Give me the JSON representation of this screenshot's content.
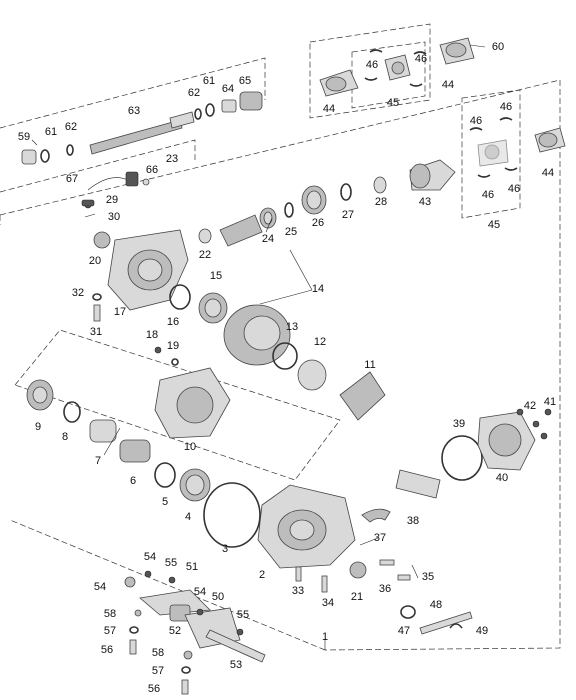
{
  "diagram": {
    "callouts": [
      {
        "n": "1"
      },
      {
        "n": "2"
      },
      {
        "n": "3"
      },
      {
        "n": "4"
      },
      {
        "n": "5"
      },
      {
        "n": "6"
      },
      {
        "n": "7"
      },
      {
        "n": "8"
      },
      {
        "n": "9"
      },
      {
        "n": "10"
      },
      {
        "n": "11"
      },
      {
        "n": "12"
      },
      {
        "n": "13"
      },
      {
        "n": "14"
      },
      {
        "n": "15"
      },
      {
        "n": "16"
      },
      {
        "n": "17"
      },
      {
        "n": "18"
      },
      {
        "n": "19"
      },
      {
        "n": "20"
      },
      {
        "n": "21"
      },
      {
        "n": "22"
      },
      {
        "n": "23"
      },
      {
        "n": "24"
      },
      {
        "n": "25"
      },
      {
        "n": "26"
      },
      {
        "n": "27"
      },
      {
        "n": "28"
      },
      {
        "n": "29"
      },
      {
        "n": "30"
      },
      {
        "n": "31"
      },
      {
        "n": "32"
      },
      {
        "n": "33"
      },
      {
        "n": "34"
      },
      {
        "n": "35"
      },
      {
        "n": "36"
      },
      {
        "n": "37"
      },
      {
        "n": "38"
      },
      {
        "n": "39"
      },
      {
        "n": "40"
      },
      {
        "n": "41"
      },
      {
        "n": "42"
      },
      {
        "n": "43"
      },
      {
        "n": "44"
      },
      {
        "n": "44"
      },
      {
        "n": "44"
      },
      {
        "n": "45"
      },
      {
        "n": "45"
      },
      {
        "n": "46"
      },
      {
        "n": "46"
      },
      {
        "n": "46"
      },
      {
        "n": "46"
      },
      {
        "n": "46"
      },
      {
        "n": "46"
      },
      {
        "n": "47"
      },
      {
        "n": "48"
      },
      {
        "n": "49"
      },
      {
        "n": "50"
      },
      {
        "n": "51"
      },
      {
        "n": "52"
      },
      {
        "n": "53"
      },
      {
        "n": "54"
      },
      {
        "n": "54"
      },
      {
        "n": "54"
      },
      {
        "n": "55"
      },
      {
        "n": "55"
      },
      {
        "n": "56"
      },
      {
        "n": "56"
      },
      {
        "n": "57"
      },
      {
        "n": "57"
      },
      {
        "n": "58"
      },
      {
        "n": "58"
      },
      {
        "n": "59"
      },
      {
        "n": "60"
      },
      {
        "n": "61"
      },
      {
        "n": "61"
      },
      {
        "n": "62"
      },
      {
        "n": "62"
      },
      {
        "n": "63"
      },
      {
        "n": "64"
      },
      {
        "n": "65"
      },
      {
        "n": "66"
      },
      {
        "n": "67"
      }
    ]
  }
}
